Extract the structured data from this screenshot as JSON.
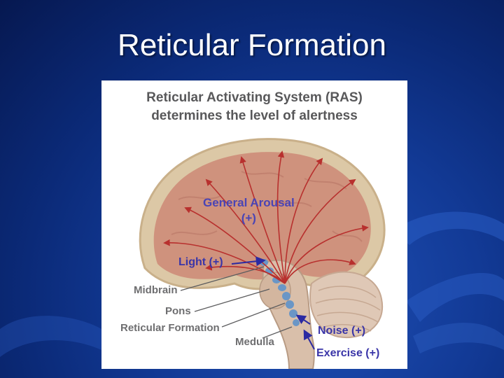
{
  "slide": {
    "title": "Reticular Formation",
    "colors": {
      "background": "#0b2a78",
      "title_text": "#ffffff"
    }
  },
  "figure": {
    "heading_line1": "Reticular Activating System (RAS)",
    "heading_line2": "determines the level of alertness",
    "labels": {
      "general_arousal": "General Arousal",
      "general_arousal_sign": "(+)",
      "light": "Light (+)",
      "midbrain": "Midbrain",
      "pons": "Pons",
      "reticular_formation": "Reticular Formation",
      "medulla": "Medulla",
      "noise": "Noise (+)",
      "exercise": "Exercise (+)"
    },
    "colors": {
      "cortex_outer": "#dcc8a6",
      "cortex_inner": "#cf927d",
      "brainstem": "#d9bfaa",
      "cerebellum": "#dfc8b6",
      "projection_arrows": "#b8302e",
      "input_arrows": "#2b2aa2",
      "reticular_nuclei": "#6a96c6",
      "leader_lines": "#5d5d5f"
    }
  }
}
